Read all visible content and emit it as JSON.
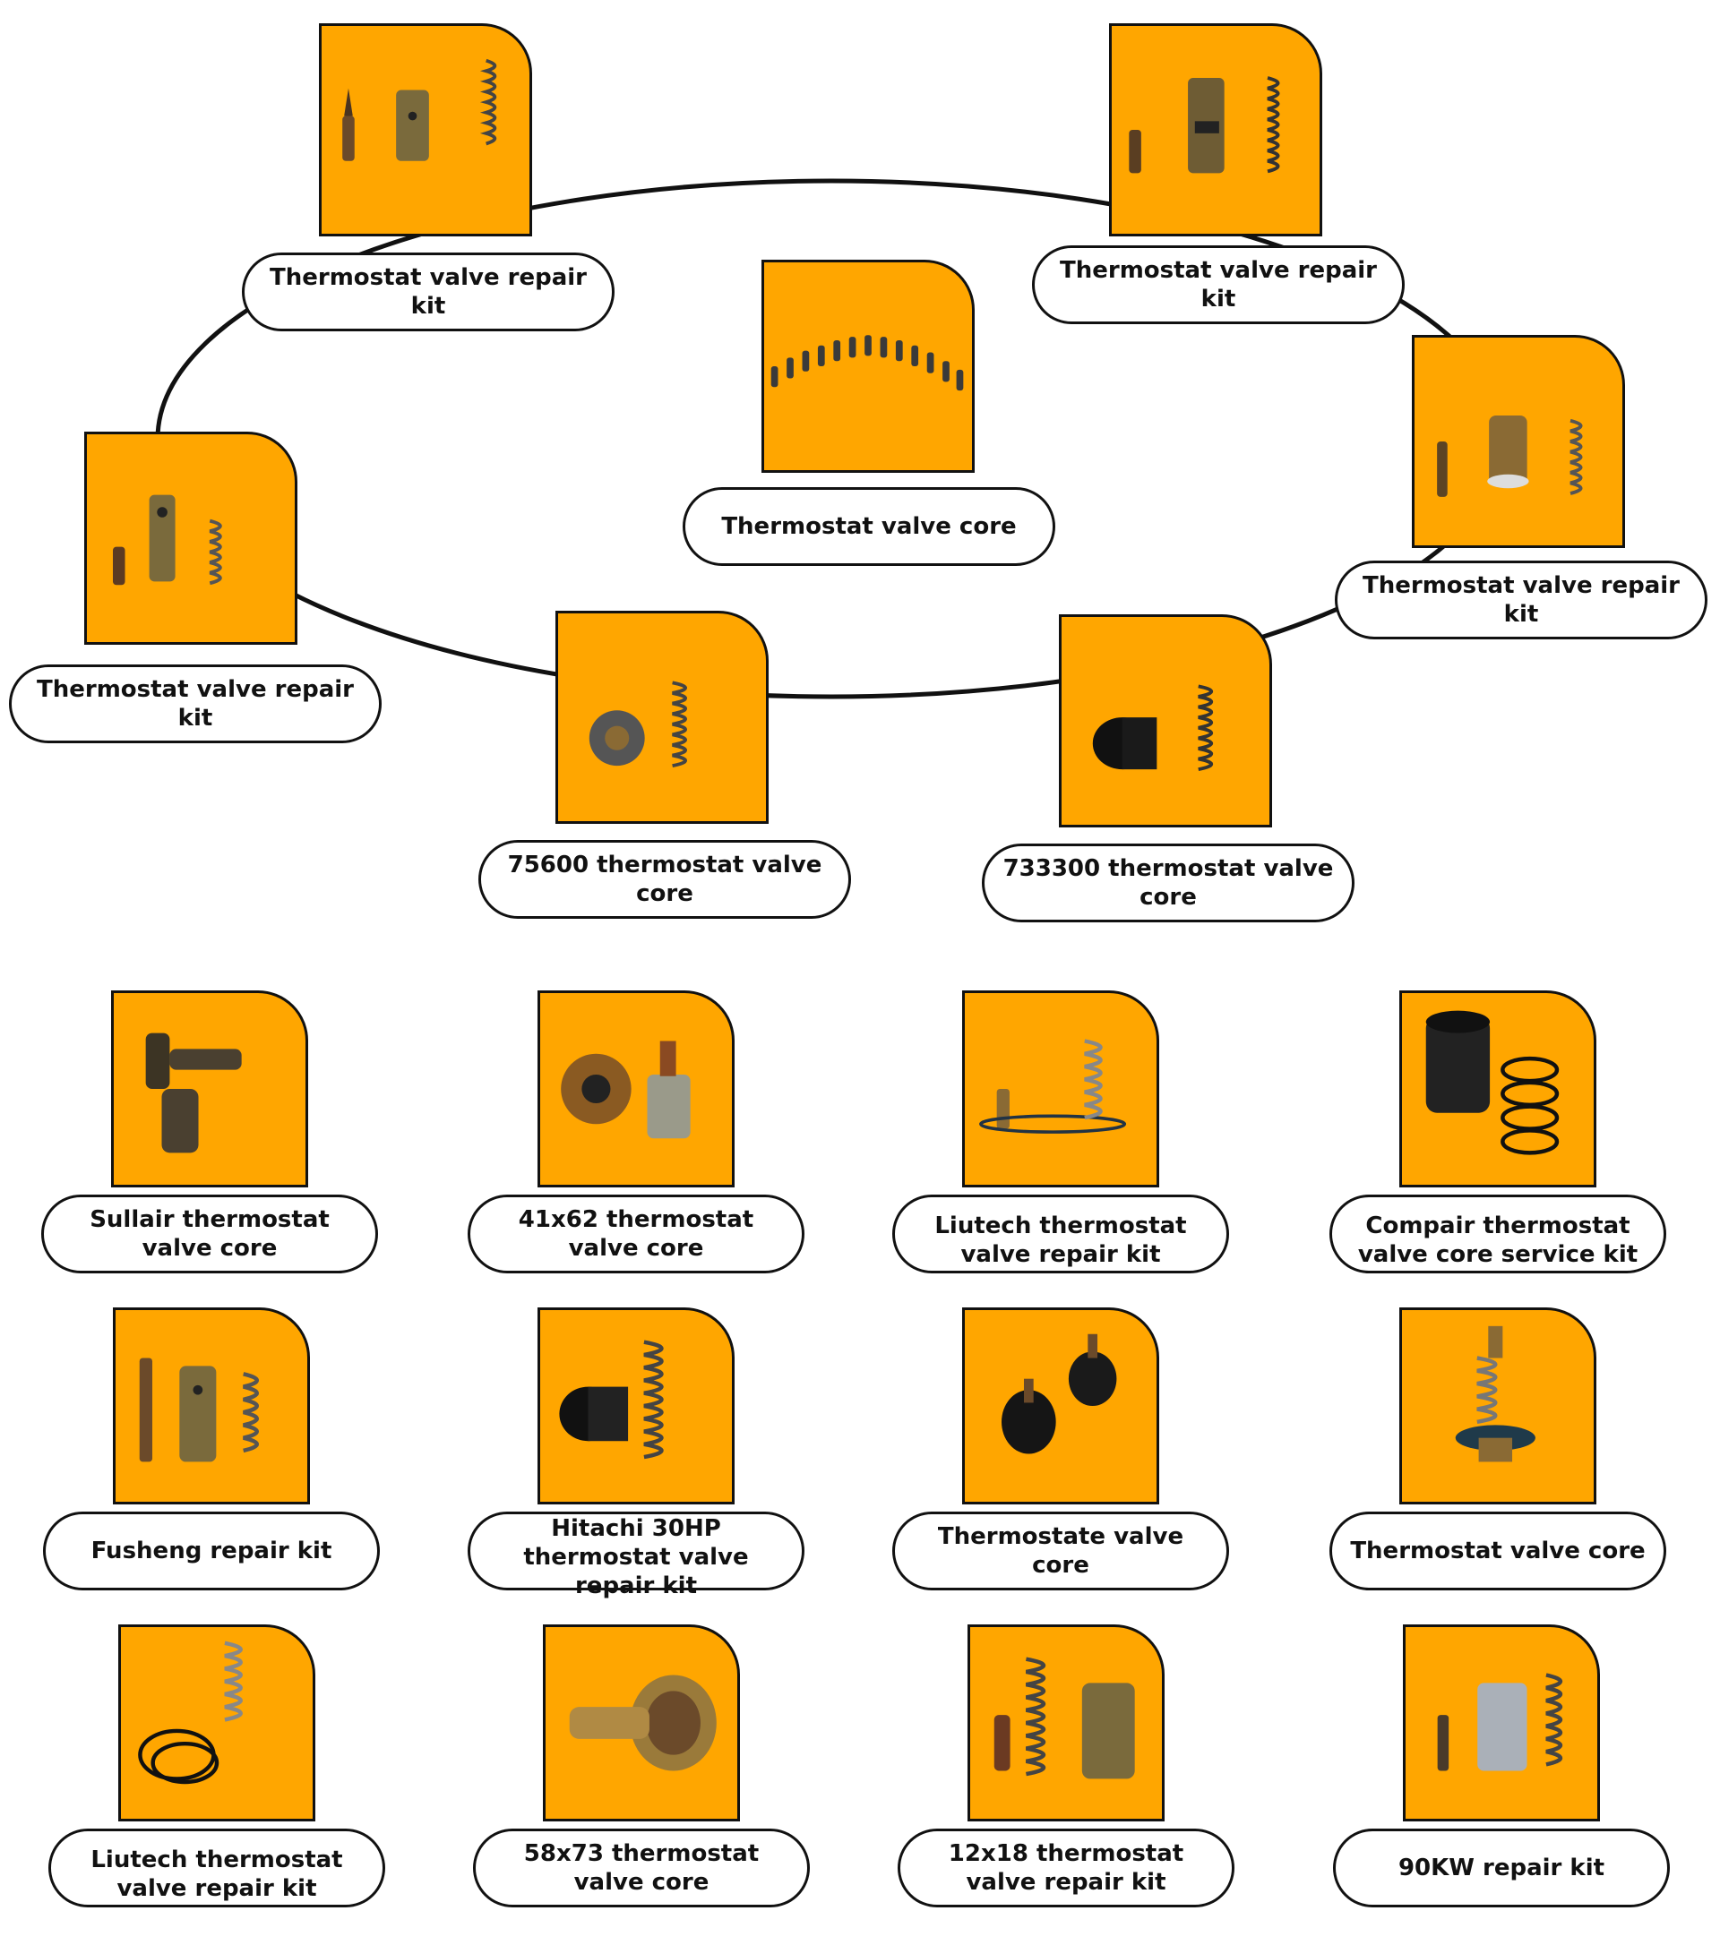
{
  "ring": {
    "items": [
      {
        "label": "Thermostat valve repair kit",
        "icon": "pin-sleeve-spring-icon"
      },
      {
        "label": "Thermostat valve repair kit",
        "icon": "slotted-sleeve-spring-icon"
      },
      {
        "label": "Thermostat valve core",
        "icon": "cores-arc-icon"
      },
      {
        "label": "Thermostat valve repair kit",
        "icon": "brass-core-spring-icon"
      },
      {
        "label": "Thermostat valve repair kit",
        "icon": "tall-sleeve-spring-icon"
      },
      {
        "label": "75600 thermostat valve core",
        "icon": "round-core-spring-icon"
      },
      {
        "label": "733300 thermostat valve core",
        "icon": "black-core-spring-icon"
      }
    ]
  },
  "grid": {
    "items": [
      {
        "label": "Sullair thermostat valve core",
        "icon": "sullair-core-icon"
      },
      {
        "label": "41x62 thermostat valve core",
        "icon": "wax-element-icon"
      },
      {
        "label": "Liutech thermostat valve repair kit",
        "icon": "liutech-kit-icon"
      },
      {
        "label": "Compair thermostat valve core service kit",
        "icon": "compair-kit-icon"
      },
      {
        "label": "Fusheng repair kit",
        "icon": "fusheng-kit-icon"
      },
      {
        "label": "Hitachi 30HP thermostat valve repair kit",
        "icon": "hitachi-kit-icon"
      },
      {
        "label": "Thermostate valve core",
        "icon": "black-cores-icon"
      },
      {
        "label": "Thermostat valve core",
        "icon": "brass-spring-core-icon"
      },
      {
        "label": "Liutech thermostat valve repair kit",
        "icon": "orings-spring-icon"
      },
      {
        "label": "58x73 thermostat valve core",
        "icon": "brass-cup-core-icon"
      },
      {
        "label": "12x18  thermostat valve repair kit",
        "icon": "pin-spring-sleeve-icon"
      },
      {
        "label": "90KW repair kit",
        "icon": "silver-sleeve-kit-icon"
      }
    ]
  },
  "colors": {
    "tile": "#FFA600",
    "outline": "#111111",
    "background": "#FFFFFF"
  }
}
